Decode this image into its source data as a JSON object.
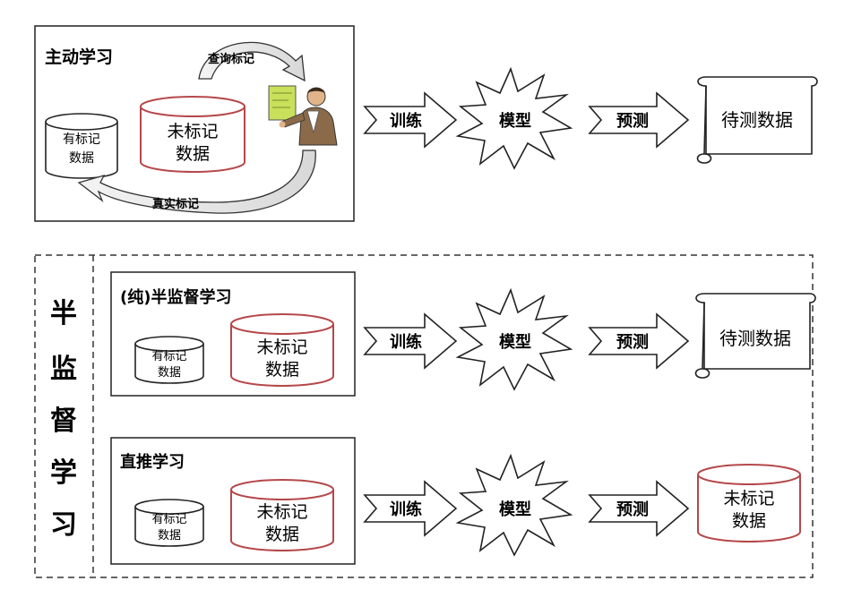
{
  "active": {
    "title": "主动学习",
    "labeled": [
      "有标记",
      "数据"
    ],
    "unlabeled": [
      "未标记",
      "数据"
    ],
    "query": "查询标记",
    "true_label": "真实标记",
    "train": "训练",
    "model": "模型",
    "predict": "预测",
    "output": "待测数据"
  },
  "semi": {
    "side_label": [
      "半",
      "监",
      "督",
      "学",
      "习"
    ],
    "pure": {
      "title": "(纯)半监督学习",
      "labeled": [
        "有标记",
        "数据"
      ],
      "unlabeled": [
        "未标记",
        "数据"
      ],
      "train": "训练",
      "model": "模型",
      "predict": "预测",
      "output": "待测数据"
    },
    "transductive": {
      "title": "直推学习",
      "labeled": [
        "有标记",
        "数据"
      ],
      "unlabeled": [
        "未标记",
        "数据"
      ],
      "train": "训练",
      "model": "模型",
      "predict": "预测",
      "output": [
        "未标记",
        "数据"
      ]
    }
  },
  "colors": {
    "red_cylinder": "#b5484a",
    "line": "#222222",
    "screen": "#c8e05a"
  }
}
